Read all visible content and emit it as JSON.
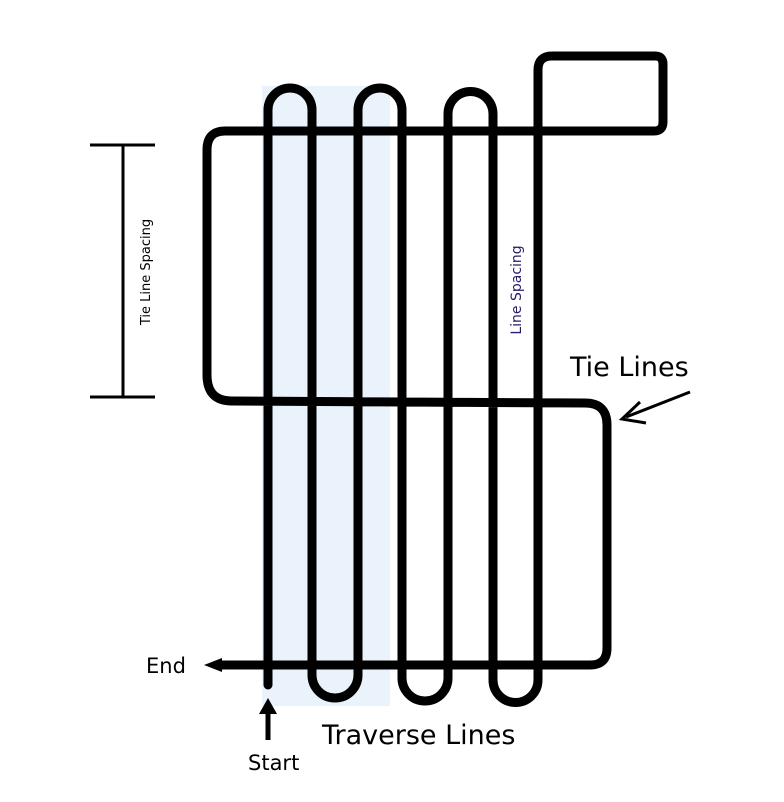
{
  "labels": {
    "tie_line_spacing": "Tie Line Spacing",
    "line_spacing": "Line Spacing",
    "tie_lines": "Tie Lines",
    "traverse_lines": "Traverse Lines",
    "start": "Start",
    "end": "End"
  },
  "colors": {
    "line": "#000000",
    "highlight": "#e4f0fb",
    "line_spacing_text": "#2a1a6a"
  }
}
